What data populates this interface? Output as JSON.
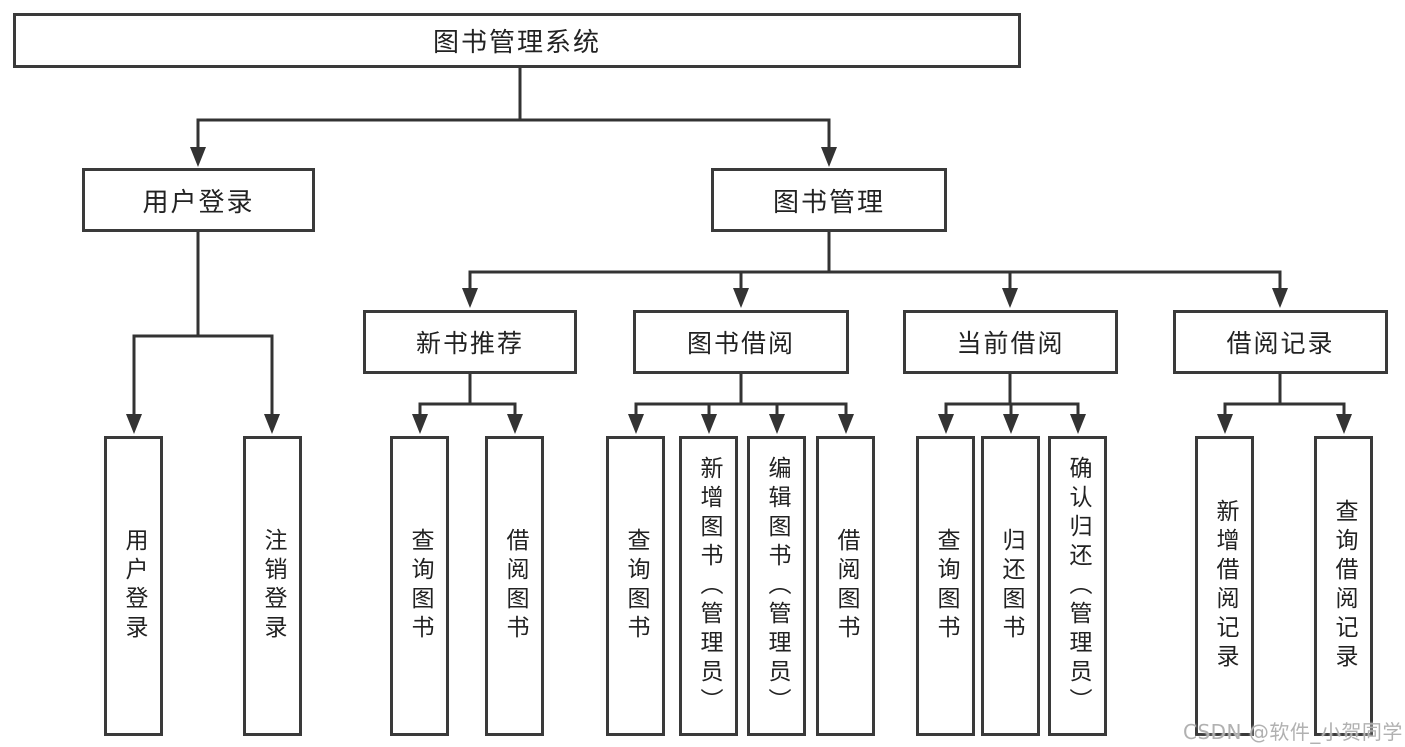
{
  "diagram_type": "hierarchy-tree",
  "colors": {
    "box_border": "#3a3a3a",
    "connector": "#333333",
    "text": "#222222",
    "background": "#ffffff",
    "watermark": "#b1b1b1"
  },
  "tree": {
    "label": "图书管理系统",
    "children": [
      {
        "label": "用户登录",
        "children": [
          {
            "label": "用户登录"
          },
          {
            "label": "注销登录"
          }
        ]
      },
      {
        "label": "图书管理",
        "children": [
          {
            "label": "新书推荐",
            "children": [
              {
                "label": "查询图书"
              },
              {
                "label": "借阅图书"
              }
            ]
          },
          {
            "label": "图书借阅",
            "children": [
              {
                "label": "查询图书"
              },
              {
                "label": "新增图书（管理员）"
              },
              {
                "label": "编辑图书（管理员）"
              },
              {
                "label": "借阅图书"
              }
            ]
          },
          {
            "label": "当前借阅",
            "children": [
              {
                "label": "查询图书"
              },
              {
                "label": "归还图书"
              },
              {
                "label": "确认归还（管理员）"
              }
            ]
          },
          {
            "label": "借阅记录",
            "children": [
              {
                "label": "新增借阅记录"
              },
              {
                "label": "查询借阅记录"
              }
            ]
          }
        ]
      }
    ]
  },
  "watermark": {
    "text": "CSDN @软件_小贺同学"
  }
}
